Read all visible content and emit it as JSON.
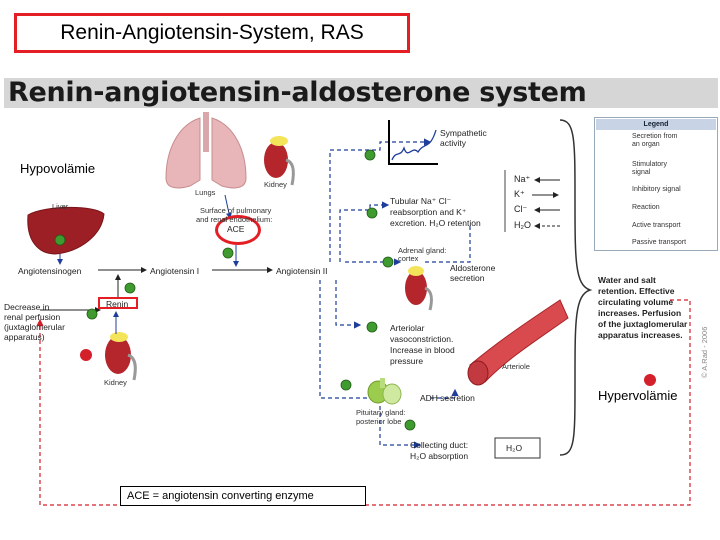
{
  "slide_title": "Renin-Angiotensin-System, RAS",
  "header": "Renin-angiotensin-aldosterone system",
  "hypovolaemia": "Hypovolämie",
  "hypervolaemia": "Hypervolämie",
  "ace_note": "ACE = angiotensin converting enzyme",
  "labels": {
    "liver": "Liver",
    "lungs": "Lungs",
    "kidney_top": "Kidney",
    "kidney_bottom": "Kidney",
    "surface_line1": "Surface of pulmonary",
    "surface_line2": "and renal endothelium:",
    "ace": "ACE",
    "angiotensinogen": "Angiotensinogen",
    "angiotensin_i": "Angiotensin I",
    "angiotensin_ii": "Angiotensin II",
    "renin": "Renin",
    "decrease_line1": "Decrease in",
    "decrease_line2": "renal perfusion",
    "decrease_line3": "(juxtaglomerular",
    "decrease_line4": "apparatus)",
    "sympathetic_line1": "Sympathetic",
    "sympathetic_line2": "activity",
    "tubular_line1": "Tubular Na⁺ Cl⁻",
    "tubular_line2": "reabsorption and K⁺",
    "tubular_line3": "excretion. H₂O retention",
    "adrenal_line1": "Adrenal gland:",
    "adrenal_line2": "cortex",
    "aldosterone_line1": "Aldosterone",
    "aldosterone_line2": "secretion",
    "arteriolar_line1": "Arteriolar",
    "arteriolar_line2": "vasoconstriction.",
    "arteriolar_line3": "Increase in blood",
    "arteriolar_line4": "pressure",
    "arteriole": "Arteriole",
    "adh": "ADH secretion",
    "pituitary_line1": "Pituitary gland:",
    "pituitary_line2": "posterior lobe",
    "collecting_line1": "Collecting duct:",
    "collecting_line2": "H₂O absorption",
    "h2o_box": "H₂O",
    "ion_na": "Na⁺",
    "ion_k": "K⁺",
    "ion_cl": "Cl⁻",
    "ion_h2o": "H₂O"
  },
  "effect_lines": [
    "Water and salt",
    "retention. Effective",
    "circulating volume",
    "increases. Perfusion",
    "of the juxtaglomerular",
    "apparatus increases."
  ],
  "legend": {
    "title": "Legend",
    "items": [
      "Secretion from",
      "an organ",
      "Stimulatory",
      "signal",
      "Inhibitory signal",
      "Reaction",
      "Active transport",
      "Passive transport"
    ]
  },
  "watermark": "© A.Rad - 2006",
  "colors": {
    "highlight_red": "#e31e24",
    "arrow_blue": "#1f3e9c",
    "inhibit_red": "#d4202a",
    "header_gray": "#d6d6d6",
    "organ_red": "#a8242a"
  }
}
